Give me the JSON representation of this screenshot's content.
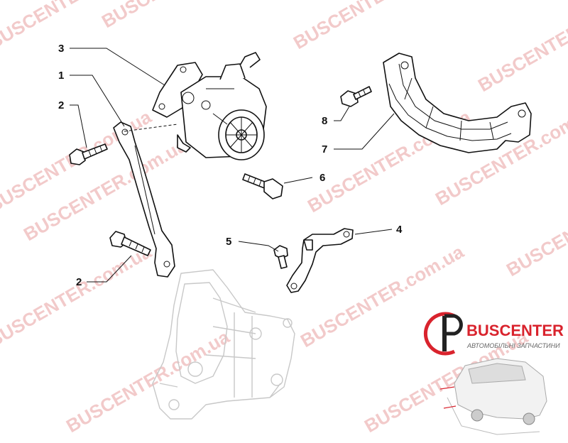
{
  "callouts": [
    {
      "id": "callout-3",
      "label": "3"
    },
    {
      "id": "callout-1",
      "label": "1"
    },
    {
      "id": "callout-2a",
      "label": "2"
    },
    {
      "id": "callout-8",
      "label": "8"
    },
    {
      "id": "callout-7",
      "label": "7"
    },
    {
      "id": "callout-6",
      "label": "6"
    },
    {
      "id": "callout-5",
      "label": "5"
    },
    {
      "id": "callout-4",
      "label": "4"
    },
    {
      "id": "callout-2b",
      "label": "2"
    }
  ],
  "watermark": {
    "text": "BUSCENTER.com.ua",
    "color": "#e8a0a0"
  },
  "logo": {
    "brand": "BUSCENTER",
    "tagline": "АВТОМОБІЛЬНІ ЗАПЧАСТИНИ",
    "brand_color": "#d9232d"
  }
}
